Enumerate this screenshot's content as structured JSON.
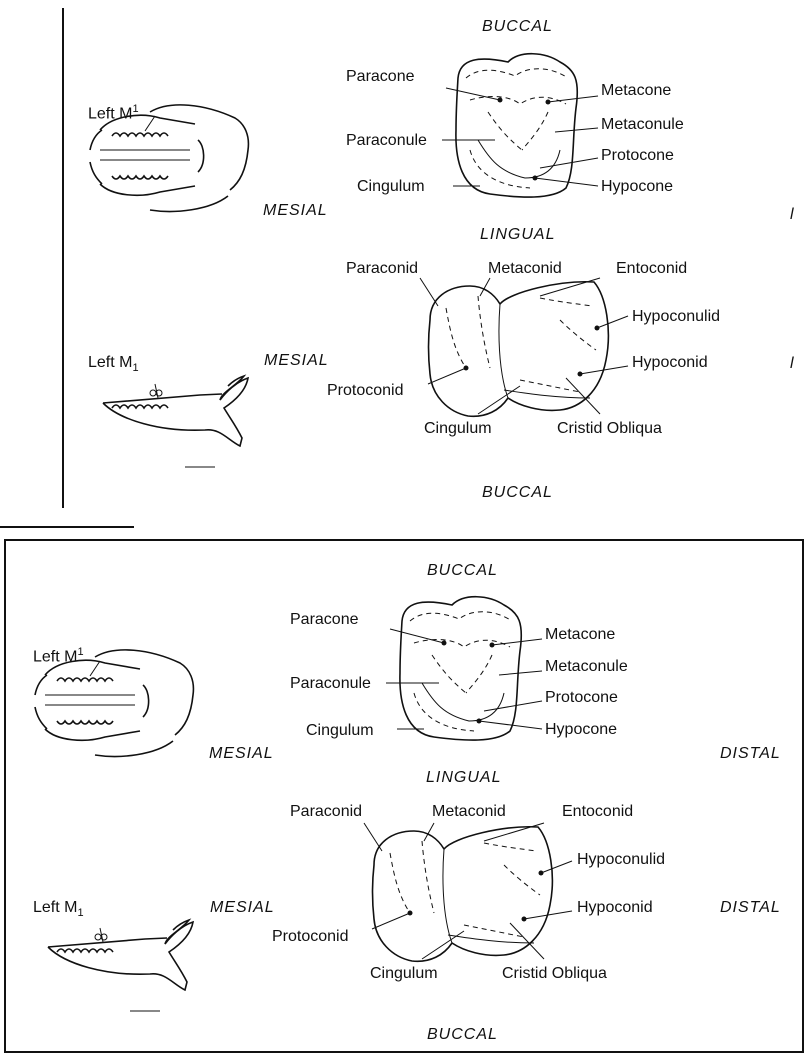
{
  "top_panel": {
    "directions": {
      "buccal_top": "BUCCAL",
      "lingual": "LINGUAL",
      "buccal_bottom": "BUCCAL",
      "mesial_upper": "MESIAL",
      "mesial_lower": "MESIAL",
      "distal_upper_fragment": "l",
      "distal_lower_fragment": "l"
    },
    "upper_molar": {
      "specimen_label": "Left M",
      "specimen_sup": "1",
      "cusps": {
        "paracone": "Paracone",
        "paraconule": "Paraconule",
        "cingulum": "Cingulum",
        "metacone": "Metacone",
        "metaconule": "Metaconule",
        "protocone": "Protocone",
        "hypocone": "Hypocone"
      }
    },
    "lower_molar": {
      "specimen_label": "Left M",
      "specimen_sub": "1",
      "cusps": {
        "paraconid": "Paraconid",
        "metaconid": "Metaconid",
        "entoconid": "Entoconid",
        "hypoconulid": "Hypoconulid",
        "hypoconid": "Hypoconid",
        "protoconid": "Protoconid",
        "cingulum": "Cingulum",
        "cristid_obliqua": "Cristid Obliqua"
      }
    }
  },
  "bottom_panel": {
    "directions": {
      "buccal_top": "BUCCAL",
      "lingual": "LINGUAL",
      "buccal_bottom": "BUCCAL",
      "mesial_upper": "MESIAL",
      "mesial_lower": "MESIAL",
      "distal_upper": "DISTAL",
      "distal_lower": "DISTAL"
    },
    "upper_molar": {
      "specimen_label": "Left M",
      "specimen_sup": "1",
      "cusps": {
        "paracone": "Paracone",
        "paraconule": "Paraconule",
        "cingulum": "Cingulum",
        "metacone": "Metacone",
        "metaconule": "Metaconule",
        "protocone": "Protocone",
        "hypocone": "Hypocone"
      }
    },
    "lower_molar": {
      "specimen_label": "Left M",
      "specimen_sub": "1",
      "cusps": {
        "paraconid": "Paraconid",
        "metaconid": "Metaconid",
        "entoconid": "Entoconid",
        "hypoconulid": "Hypoconulid",
        "hypoconid": "Hypoconid",
        "protoconid": "Protoconid",
        "cingulum": "Cingulum",
        "cristid_obliqua": "Cristid Obliqua"
      }
    }
  }
}
